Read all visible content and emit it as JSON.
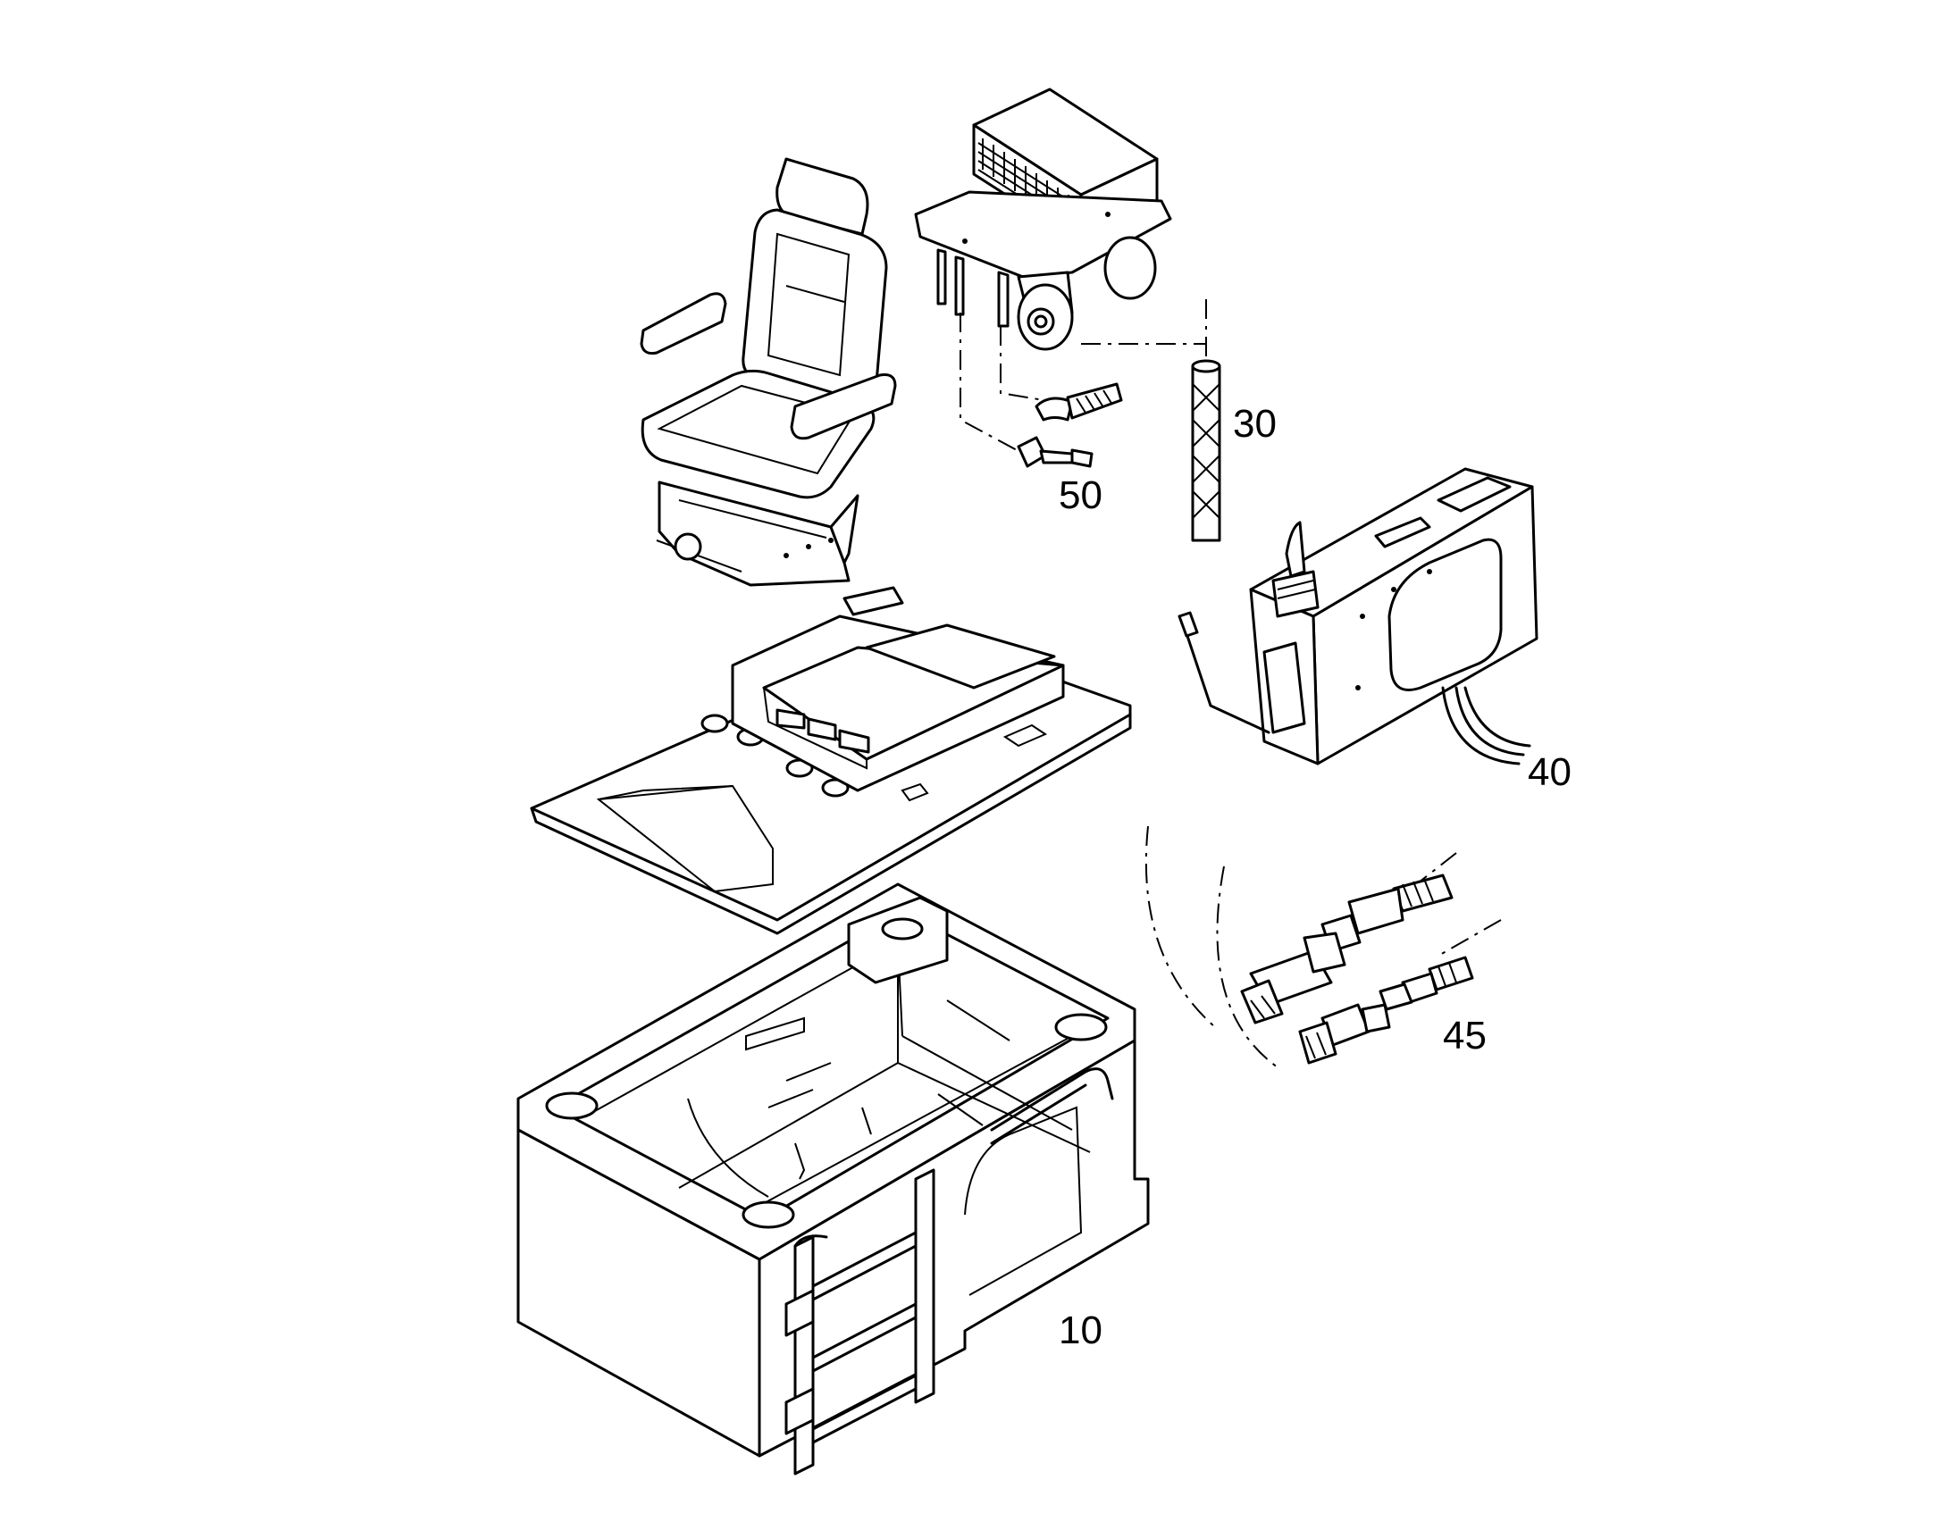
{
  "callouts": {
    "c30": "30",
    "c40": "40",
    "c45": "45",
    "c50": "50",
    "c10": "10"
  }
}
